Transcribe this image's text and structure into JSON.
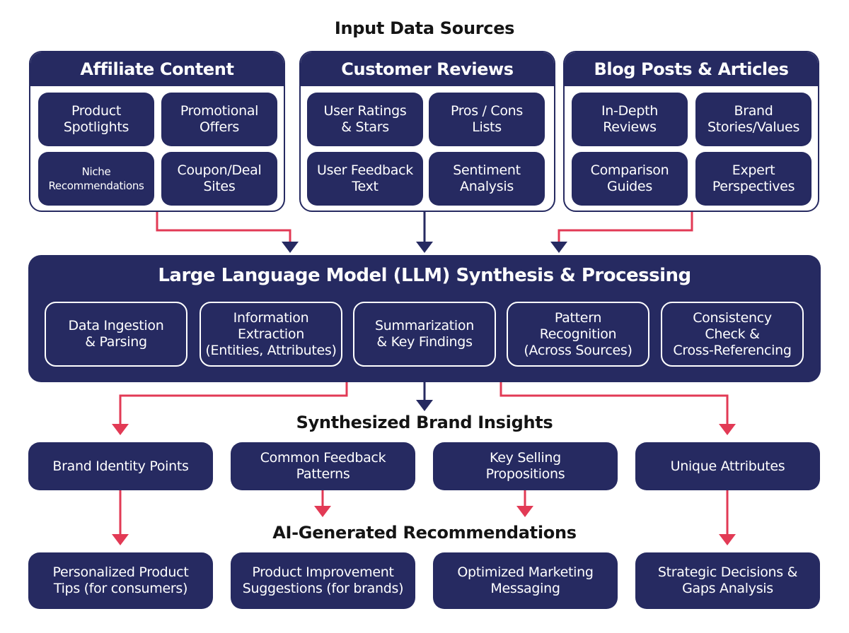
{
  "titles": {
    "inputs": "Input Data Sources",
    "insights": "Synthesized Brand Insights",
    "recommendations": "AI-Generated Recommendations"
  },
  "sources": [
    {
      "title": "Affiliate Content",
      "items": [
        "Product\nSpotlights",
        "Promotional\nOffers",
        "Niche\nRecommendations",
        "Coupon/Deal\nSites"
      ]
    },
    {
      "title": "Customer Reviews",
      "items": [
        "User Ratings\n& Stars",
        "Pros / Cons\nLists",
        "User Feedback\nText",
        "Sentiment\nAnalysis"
      ]
    },
    {
      "title": "Blog Posts & Articles",
      "items": [
        "In-Depth\nReviews",
        "Brand\nStories/Values",
        "Comparison\nGuides",
        "Expert\nPerspectives"
      ]
    }
  ],
  "llm": {
    "title": "Large Language Model (LLM) Synthesis & Processing",
    "steps": [
      "Data Ingestion\n& Parsing",
      "Information\nExtraction\n(Entities, Attributes)",
      "Summarization\n& Key Findings",
      "Pattern\nRecognition\n(Across Sources)",
      "Consistency\nCheck &\nCross-Referencing"
    ]
  },
  "insights": [
    "Brand Identity Points",
    "Common Feedback\nPatterns",
    "Key Selling\nPropositions",
    "Unique Attributes"
  ],
  "recommendations": [
    "Personalized Product\nTips (for consumers)",
    "Product Improvement\nSuggestions (for brands)",
    "Optimized Marketing\nMessaging",
    "Strategic Decisions &\nGaps Analysis"
  ],
  "colors": {
    "navy": "#262a61",
    "red_arrow": "#e23a55",
    "text_dark": "#141414"
  }
}
